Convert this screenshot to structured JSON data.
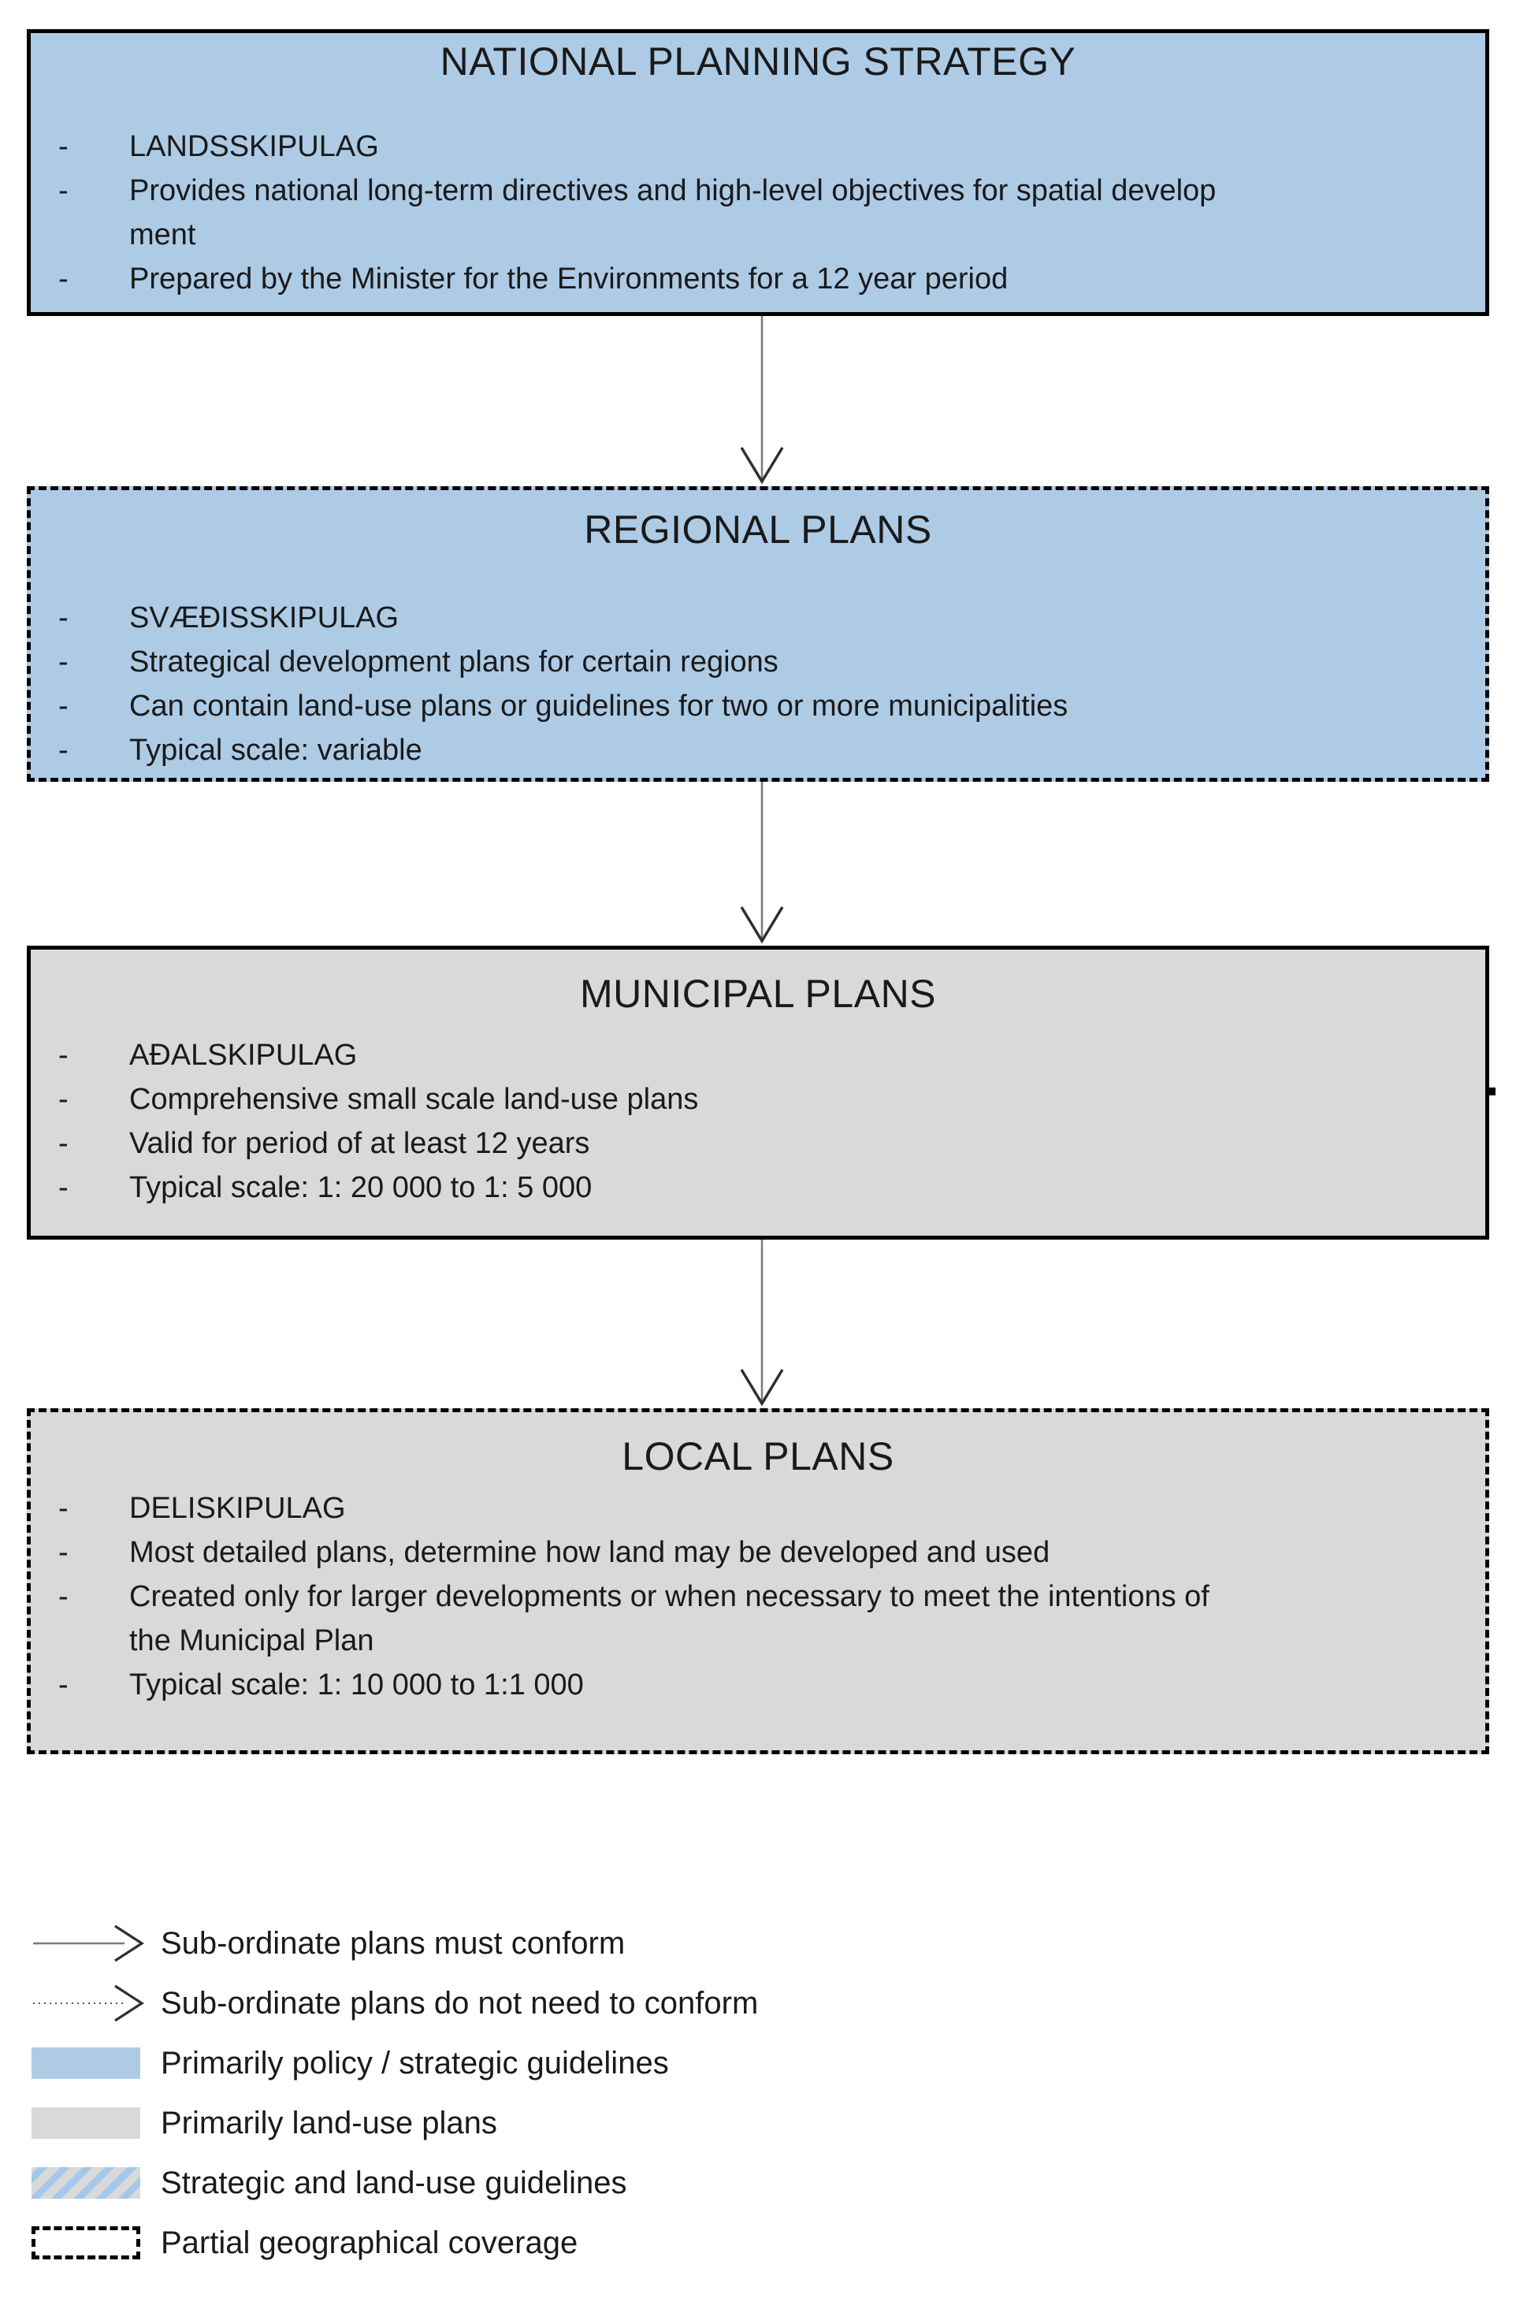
{
  "bullet_marker": "-",
  "colors": {
    "box_blue": "#AECBE6",
    "box_grey": "#D9D9D9",
    "stripe_blue": "#A4C8EC",
    "border_black": "#000000",
    "arrow_line_grey": "#7a7a7a",
    "arrow_head_dark": "#2f2f2f",
    "text": "#1a1a1a"
  },
  "boxes": [
    {
      "id": "national",
      "title": "NATIONAL PLANNING STRATEGY",
      "fill": "blue",
      "border": "solid",
      "items": [
        [
          "LANDSSKIPULAG"
        ],
        [
          "Provides national long-term directives and high-level objectives for spatial develop",
          "ment"
        ],
        [
          "Prepared by the Minister for the Environments for a 12 year period"
        ]
      ]
    },
    {
      "id": "regional",
      "title": "REGIONAL PLANS",
      "fill": "blue",
      "border": "dashed",
      "items": [
        [
          "SVÆÐISSKIPULAG"
        ],
        [
          "Strategical development plans for certain regions"
        ],
        [
          "Can contain land-use plans or guidelines for two or more municipalities"
        ],
        [
          "Typical scale: variable"
        ]
      ]
    },
    {
      "id": "municipal",
      "title": "MUNICIPAL PLANS",
      "fill": "grey",
      "border": "solid",
      "items": [
        [
          "AÐALSKIPULAG"
        ],
        [
          "Comprehensive small scale land-use plans"
        ],
        [
          "Valid for period of at least 12 years"
        ],
        [
          "Typical scale: 1: 20 000 to 1: 5 000"
        ]
      ]
    },
    {
      "id": "local",
      "title": "LOCAL PLANS",
      "fill": "grey",
      "border": "dashed",
      "items": [
        [
          "DELISKIPULAG"
        ],
        [
          "Most detailed plans, determine how land may be developed and used"
        ],
        [
          "Created only for larger developments or when necessary to meet the intentions of",
          "the Municipal Plan"
        ],
        [
          "Typical scale: 1: 10 000 to 1:1 000"
        ]
      ]
    }
  ],
  "legend": [
    {
      "symbol": "arrow-solid",
      "label": "Sub-ordinate plans must conform"
    },
    {
      "symbol": "arrow-dotted",
      "label": "Sub-ordinate plans do not need to conform"
    },
    {
      "symbol": "swatch-blue",
      "label": "Primarily policy / strategic guidelines"
    },
    {
      "symbol": "swatch-grey",
      "label": "Primarily land-use plans"
    },
    {
      "symbol": "swatch-hatched",
      "label": "Strategic and land-use guidelines"
    },
    {
      "symbol": "swatch-dashed",
      "label": "Partial geographical coverage"
    }
  ]
}
